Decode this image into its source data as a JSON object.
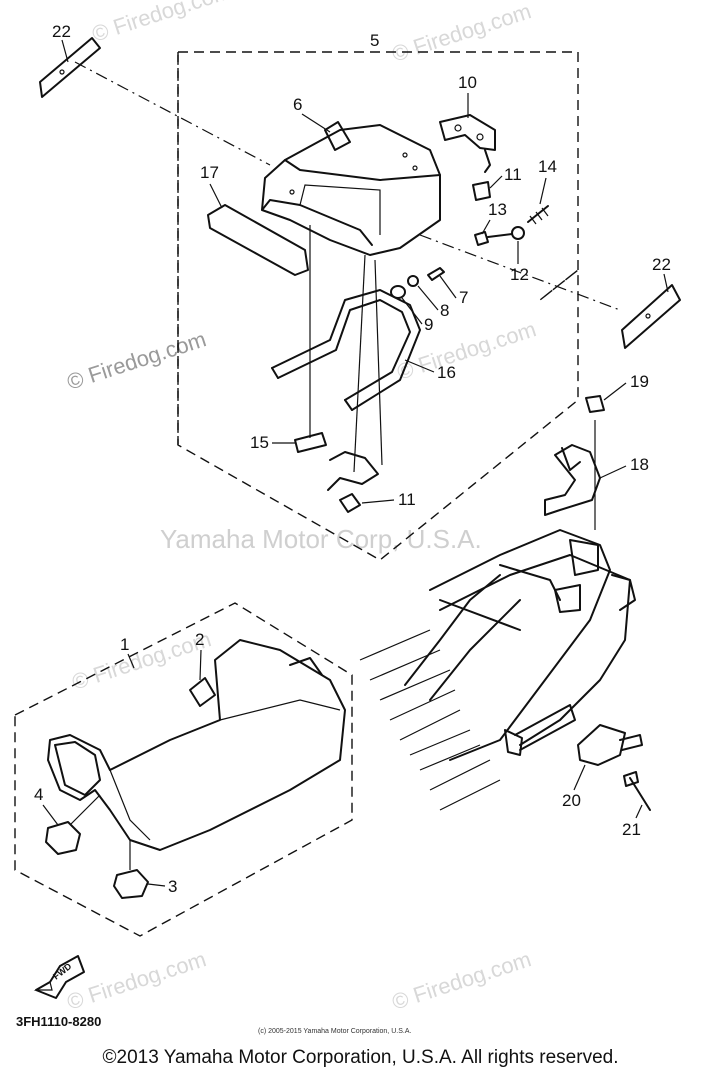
{
  "callouts": {
    "c1": "1",
    "c2": "2",
    "c3": "3",
    "c4": "4",
    "c5": "5",
    "c6": "6",
    "c7": "7",
    "c8": "8",
    "c9": "9",
    "c10": "10",
    "c11a": "11",
    "c11b": "11",
    "c12": "12",
    "c13": "13",
    "c14": "14",
    "c15": "15",
    "c16": "16",
    "c17": "17",
    "c18": "18",
    "c19": "19",
    "c20": "20",
    "c21": "21",
    "c22a": "22",
    "c22b": "22"
  },
  "watermarks": {
    "w1": "© Firedog.com",
    "w2": "© Firedog.com",
    "w3": "© Firedog.com",
    "w4": "© Firedog.com",
    "w5": "© Firedog.com",
    "w6": "© Firedog.com",
    "w7": "© Firedog.com",
    "w8": "Yamaha Motor Corp, U.S.A."
  },
  "fwd_label": "FWD",
  "diagram_code": "3FH1110-8280",
  "fine_print": "(c) 2005-2015 Yamaha Motor Corporation, U.S.A.",
  "footer": "©2013 Yamaha Motor Corporation, U.S.A. All rights reserved."
}
